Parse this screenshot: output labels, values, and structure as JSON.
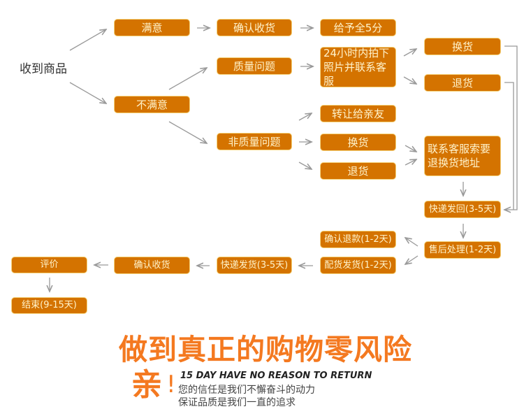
{
  "start": "收到商品",
  "nodes": {
    "satisfied": "满意",
    "confirm_receipt_top": "确认收货",
    "five_star": "给予全5分",
    "quality_issue": "质量问题",
    "photo_contact": "24小时内拍下照片并联系客服",
    "exchange_right": "换货",
    "return_right": "退货",
    "unsatisfied": "不满意",
    "transfer": "转让给亲友",
    "non_quality_issue": "非质量问题",
    "exchange": "换货",
    "return": "退货",
    "contact_address": "联系客服索要退换货地址",
    "ship_back": "快递发回(3-5天)",
    "confirm_refund": "确认退款(1-2天)",
    "after_sales": "售后处理(1-2天)",
    "dispatch": "配货发货(1-2天)",
    "express_ship": "快递发货(3-5天)",
    "confirm_receipt_bottom": "确认收货",
    "review": "评价",
    "end": "结束(9-15天)"
  },
  "footer": {
    "headline": "做到真正的购物零风险",
    "qin": "亲",
    "bang": "!",
    "english": "15 DAY HAVE NO REASON TO RETURN",
    "line1": "您的信任是我们不懈奋斗的动力",
    "line2": "保证品质是我们一直的追求"
  },
  "colors": {
    "box": "#d47300",
    "box_text": "#fff3cc",
    "headline": "#f47920",
    "arrow": "#999999"
  }
}
